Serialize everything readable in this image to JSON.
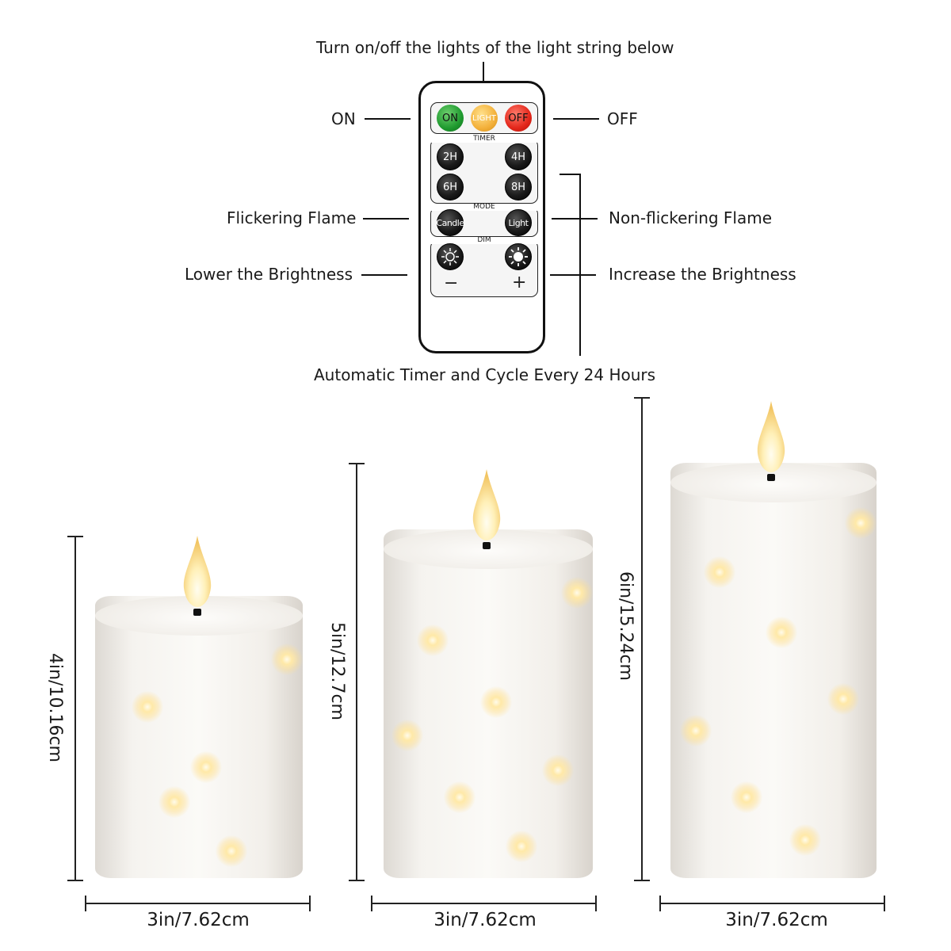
{
  "annotations": {
    "top": "Turn on/off the lights of the light string below",
    "on": "ON",
    "off": "OFF",
    "flicker": "Flickering Flame",
    "non_flicker": "Non-flickering Flame",
    "lower": "Lower the Brightness",
    "increase": "Increase the Brightness",
    "timer": "Automatic Timer and Cycle Every 24 Hours"
  },
  "remote": {
    "power": {
      "on": "ON",
      "light": "LIGHT",
      "off": "OFF"
    },
    "timer_label": "TIMER",
    "timers": [
      "2H",
      "4H",
      "6H",
      "8H"
    ],
    "mode_label": "MODE",
    "modes": {
      "candle": "Candle",
      "light": "Light"
    },
    "dim_label": "DIM",
    "dim_minus": "−",
    "dim_plus": "+"
  },
  "candles": [
    {
      "height_label": "4in/10.16cm",
      "width_label": "3in/7.62cm"
    },
    {
      "height_label": "5in/12.7cm",
      "width_label": "3in/7.62cm"
    },
    {
      "height_label": "6in/15.24cm",
      "width_label": "3in/7.62cm"
    }
  ],
  "colors": {
    "on": "#1f9a2f",
    "light": "#f3b03a",
    "off": "#e3261a",
    "button": "#1b1b1b"
  }
}
